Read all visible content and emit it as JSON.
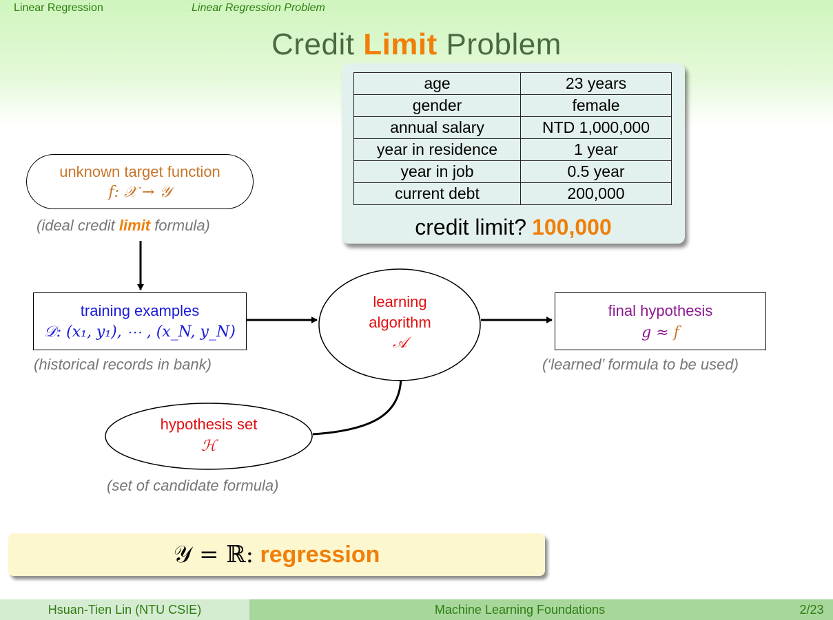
{
  "header": {
    "section": "Linear Regression",
    "subsection": "Linear Regression Problem"
  },
  "title": {
    "pre": "Credit ",
    "highlight": "Limit",
    "post": " Problem"
  },
  "applicant": {
    "rows": [
      {
        "key": "age",
        "value": "23 years"
      },
      {
        "key": "gender",
        "value": "female"
      },
      {
        "key": "annual salary",
        "value": "NTD 1,000,000"
      },
      {
        "key": "year in residence",
        "value": "1 year"
      },
      {
        "key": "year in job",
        "value": "0.5 year"
      },
      {
        "key": "current debt",
        "value": "200,000"
      }
    ],
    "question": "credit limit?",
    "answer": "100,000"
  },
  "diagram": {
    "target": {
      "label": "unknown target function",
      "math": "f: 𝒳 → 𝒴",
      "caption_pre": "(ideal credit ",
      "caption_highlight": "limit",
      "caption_post": " formula)"
    },
    "training": {
      "label": "training examples",
      "math": "𝒟: (x₁, y₁), ⋯ , (x_N, y_N)",
      "caption": "(historical records in bank)"
    },
    "algorithm": {
      "line1": "learning",
      "line2": "algorithm",
      "symbol": "𝒜"
    },
    "final": {
      "label": "final hypothesis",
      "g": "g",
      "approx": " ≈ ",
      "f": "f",
      "caption": "(‘learned’ formula to be used)"
    },
    "hypothesis": {
      "label": "hypothesis set",
      "symbol": "ℋ",
      "caption": "(set of candidate formula)"
    }
  },
  "summary": {
    "math": "𝒴 = ℝ:",
    "term": "regression"
  },
  "footer": {
    "author": "Hsuan-Tien Lin  (NTU CSIE)",
    "course": "Machine Learning Foundations",
    "page": "2/23"
  }
}
